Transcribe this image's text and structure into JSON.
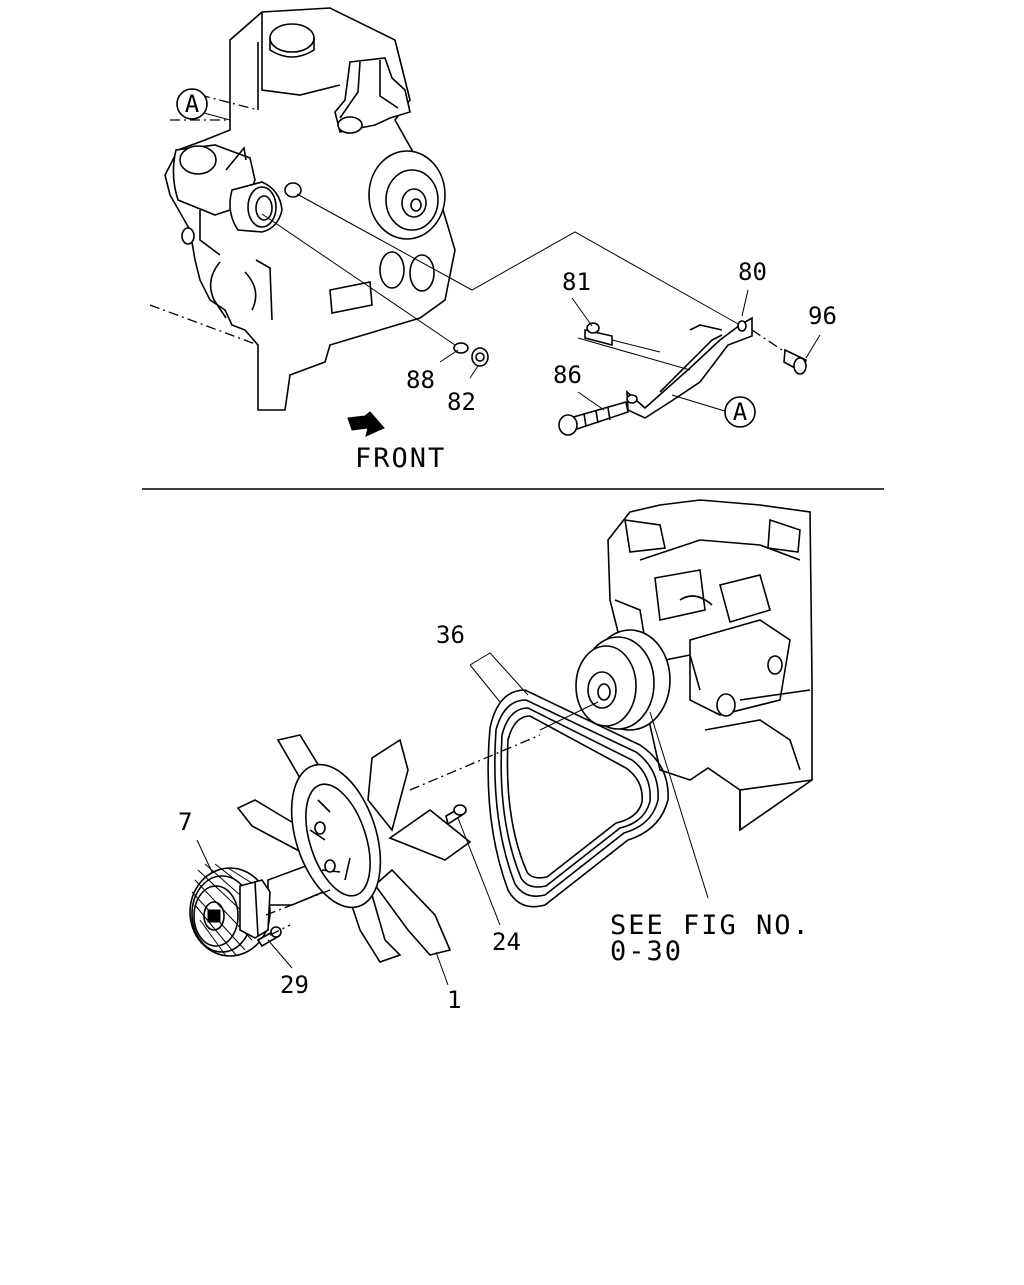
{
  "callouts": {
    "a_upper": "A",
    "a_lower": "A",
    "p80": "80",
    "p81": "81",
    "p96": "96",
    "p86": "86",
    "p88": "88",
    "p82": "82",
    "p36": "36",
    "p7": "7",
    "p24": "24",
    "p29": "29",
    "p1": "1"
  },
  "front_label": "FRONT",
  "see_fig": {
    "line1": "SEE FIG NO.",
    "line2": "0-30"
  }
}
